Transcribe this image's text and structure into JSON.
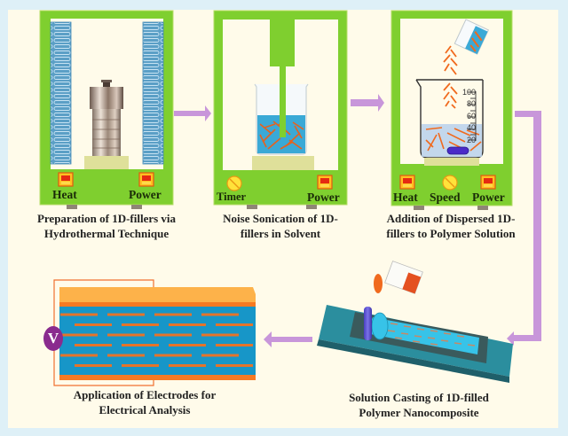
{
  "steps": [
    {
      "caption_line1": "Preparation of 1D-fillers via",
      "caption_line2": "Hydrothermal Technique",
      "controls": [
        "Heat",
        "Power"
      ]
    },
    {
      "caption_line1": "Noise Sonication of 1D-",
      "caption_line2": "fillers in Solvent",
      "controls": [
        "Timer",
        "Power"
      ]
    },
    {
      "caption_line1": "Addition of Dispersed 1D-",
      "caption_line2": "fillers to Polymer Solution",
      "controls": [
        "Heat",
        "Speed",
        "Power"
      ],
      "beaker_scale": [
        "100",
        "80",
        "60",
        "40",
        "20"
      ]
    },
    {
      "caption_line1": "Solution Casting of 1D-filled",
      "caption_line2": "Polymer Nanocomposite"
    },
    {
      "caption_line1": "Application of Electrodes for",
      "caption_line2": "Electrical Analysis",
      "meter_symbol": "V"
    }
  ],
  "colors": {
    "background": "#def0f7",
    "panel": "#fffbea",
    "device_green": "#7fcf2f",
    "arrow_purple": "#c896da",
    "filler_orange": "#f06a1e",
    "solution_blue": "#3aa9d6",
    "film_blue": "#1796c8",
    "voltmeter_purple": "#8a2b8e"
  }
}
